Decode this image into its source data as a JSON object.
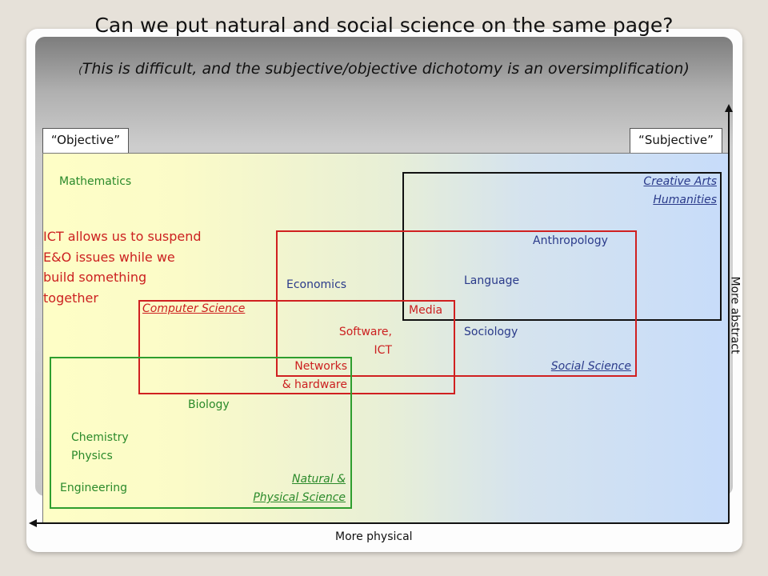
{
  "title": "Can we put natural and social science on the same page?",
  "subtitle": {
    "open_paren": "(",
    "text": "This is difficult, and the subjective/objective dichotomy is an oversimplification)"
  },
  "tags": {
    "left": "“Objective”",
    "right": "“Subjective”"
  },
  "axes": {
    "x_label": "More physical",
    "y_label": "More abstract"
  },
  "note": [
    "ICT allows us to suspend",
    "E&O issues while we",
    "build something",
    "together"
  ],
  "colors": {
    "natural_box": "#2e9e2e",
    "computer_box": "#d02020",
    "social_box": "#d02020",
    "humanities_box": "#111111",
    "green_text": "#2a8a2a",
    "blue_text": "#2a3a8a",
    "red_text": "#cc2020"
  },
  "labels": {
    "mathematics": "Mathematics",
    "creative_arts": "Creative Arts",
    "humanities": "Humanities",
    "anthropology": "Anthropology",
    "economics": "Economics",
    "language": "Language",
    "media": "Media",
    "computer_science": "Computer Science",
    "software": "Software,",
    "ict": "ICT",
    "sociology": "Sociology",
    "networks": "Networks",
    "hardware": "& hardware",
    "social_science": "Social Science",
    "biology": "Biology",
    "chemistry": "Chemistry",
    "physics": "Physics",
    "engineering": "Engineering",
    "natural": "Natural &",
    "physical_science": "Physical Science"
  }
}
